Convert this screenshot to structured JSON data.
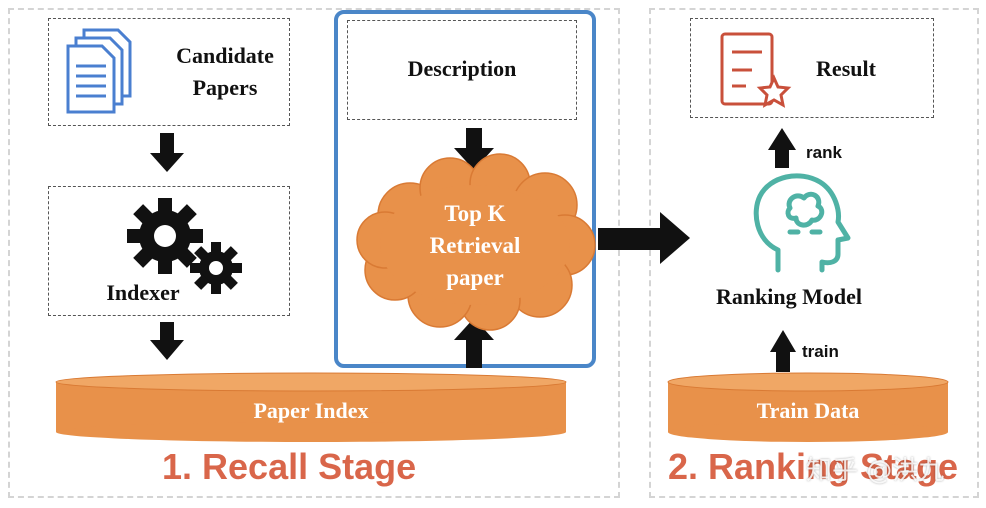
{
  "recall_stage": {
    "title": "1. Recall Stage",
    "candidate_papers": "Candidate\nPapers",
    "indexer": "Indexer",
    "description": "Description",
    "top_k": "Top K\nRetrieval\npaper",
    "paper_index": "Paper Index"
  },
  "ranking_stage": {
    "title": "2. Ranking Stage",
    "result": "Result",
    "rank_label": "rank",
    "ranking_model": "Ranking Model",
    "train_label": "train",
    "train_data": "Train Data"
  },
  "watermark": "知乎 @洪九",
  "colors": {
    "orange": "#e8914a",
    "orange_dark": "#d97a34",
    "title_red": "#d9664a",
    "blue_highlight": "#4a86c8",
    "doc_blue": "#4a7fd0",
    "result_red": "#c9503b",
    "head_teal": "#4fb2a5"
  },
  "icons": [
    "document-icon",
    "gears-icon",
    "certificate-icon",
    "brain-head-icon"
  ]
}
